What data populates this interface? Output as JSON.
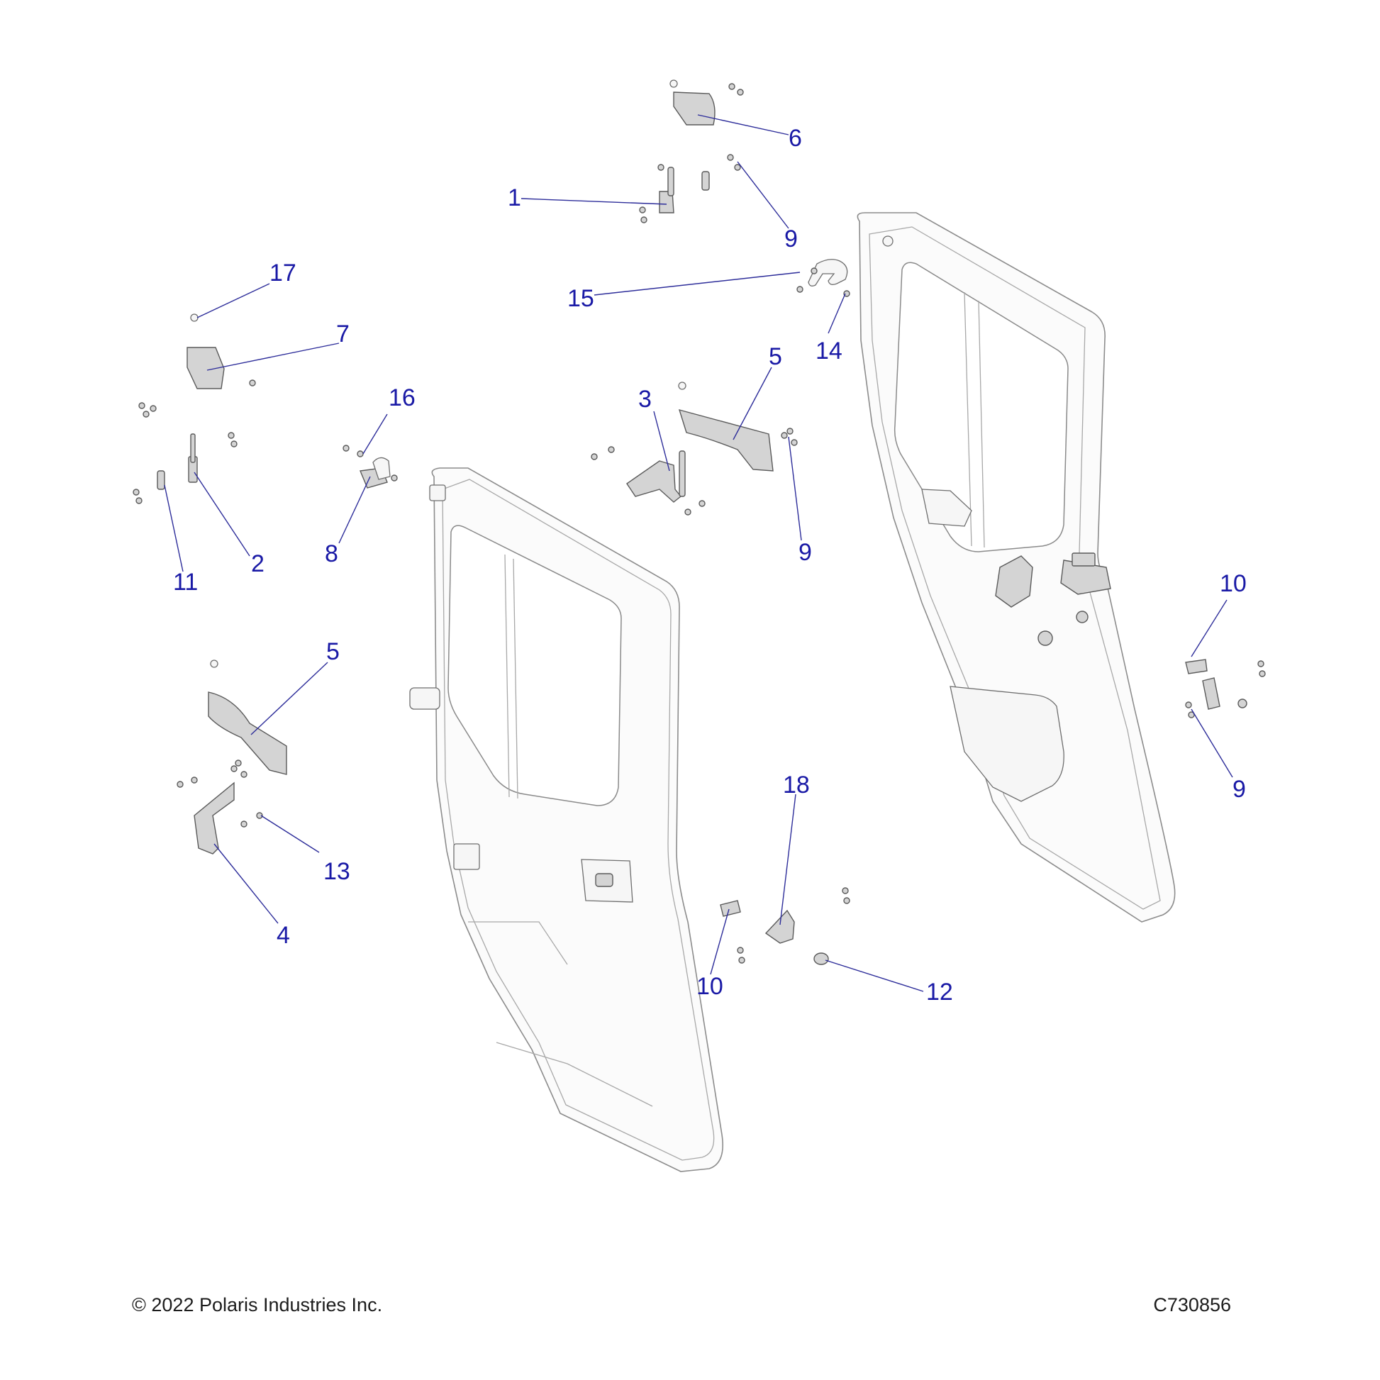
{
  "diagram": {
    "callouts": [
      {
        "id": "c1",
        "label": "1"
      },
      {
        "id": "c2",
        "label": "2"
      },
      {
        "id": "c3",
        "label": "3"
      },
      {
        "id": "c4",
        "label": "4"
      },
      {
        "id": "c5a",
        "label": "5"
      },
      {
        "id": "c5b",
        "label": "5"
      },
      {
        "id": "c6",
        "label": "6"
      },
      {
        "id": "c7",
        "label": "7"
      },
      {
        "id": "c8",
        "label": "8"
      },
      {
        "id": "c9a",
        "label": "9"
      },
      {
        "id": "c9b",
        "label": "9"
      },
      {
        "id": "c9c",
        "label": "9"
      },
      {
        "id": "c10a",
        "label": "10"
      },
      {
        "id": "c10b",
        "label": "10"
      },
      {
        "id": "c11",
        "label": "11"
      },
      {
        "id": "c12",
        "label": "12"
      },
      {
        "id": "c13",
        "label": "13"
      },
      {
        "id": "c14",
        "label": "14"
      },
      {
        "id": "c15",
        "label": "15"
      },
      {
        "id": "c16",
        "label": "16"
      },
      {
        "id": "c17",
        "label": "17"
      },
      {
        "id": "c18",
        "label": "18"
      }
    ]
  },
  "footer": {
    "copyright": "© 2022 Polaris Industries Inc.",
    "figure_id": "C730856"
  }
}
